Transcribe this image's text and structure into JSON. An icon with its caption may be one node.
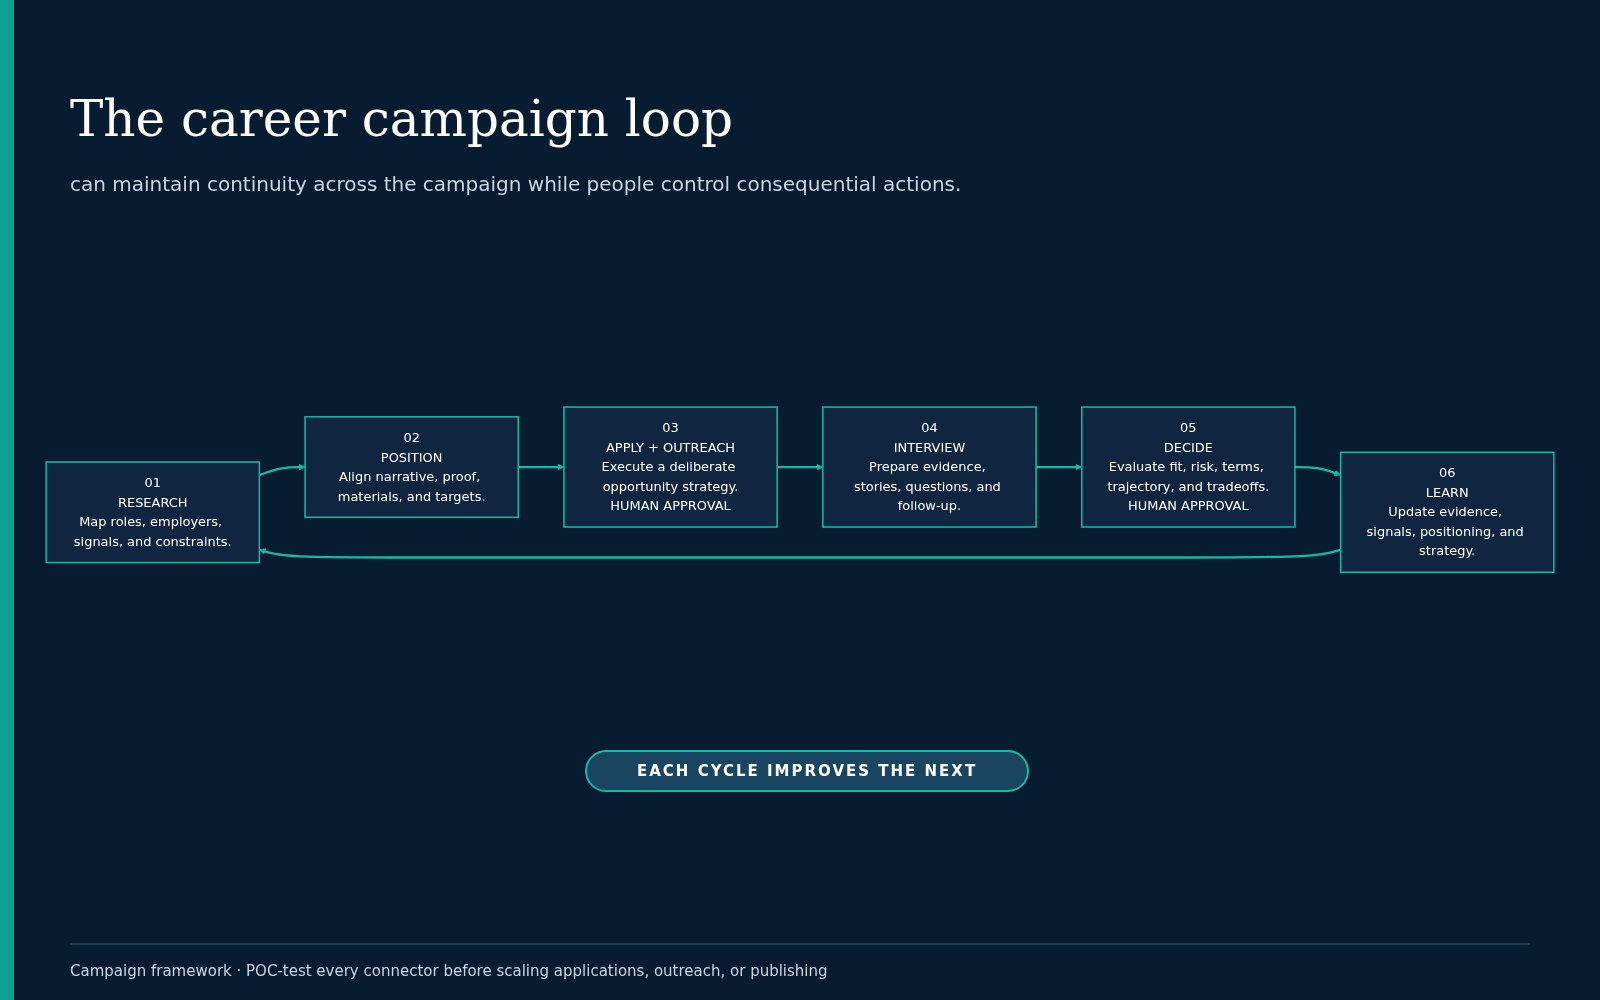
{
  "diagram": {
    "title": "The career campaign loop",
    "nodes": [
      {
        "text": [
          "01",
          "RESEARCH",
          "Map roles, employers, signals, and constraints."
        ]
      },
      {
        "text": [
          "02",
          "POSITION",
          "Align narrative, proof, materials, and targets."
        ]
      },
      {
        "text": [
          "03",
          "APPLY + OUTREACH",
          "Execute a deliberate opportunity strategy.",
          "HUMAN APPROVAL"
        ]
      },
      {
        "text": [
          "04",
          "INTERVIEW",
          "Prepare evidence, stories, questions, and follow-up."
        ]
      },
      {
        "text": [
          "05",
          "DECIDE",
          "Evaluate fit, risk, terms, trajectory, and tradeoffs.",
          "HUMAN APPROVAL"
        ]
      },
      {
        "text": [
          "06",
          "LEARN",
          "Update evidence, signals, positioning, and strategy."
        ]
      }
    ],
    "edges": [
      {
        "from": 0,
        "to": 1,
        "arrow": "to"
      },
      {
        "from": 1,
        "to": 2,
        "arrow": "to"
      },
      {
        "from": 2,
        "to": 3,
        "arrow": "to"
      },
      {
        "from": 3,
        "to": 4,
        "arrow": "to"
      },
      {
        "from": 4,
        "to": 5,
        "arrow": "to"
      },
      {
        "from": 5,
        "to": 0,
        "arrow": "to"
      }
    ],
    "labels": [
      "can maintain continuity across the campaign while people control consequential actions.",
      "EACH CYCLE IMPROVES THE NEXT",
      "Campaign framework · POC-test every connector before scaling applications, outreach, or publishing"
    ]
  }
}
